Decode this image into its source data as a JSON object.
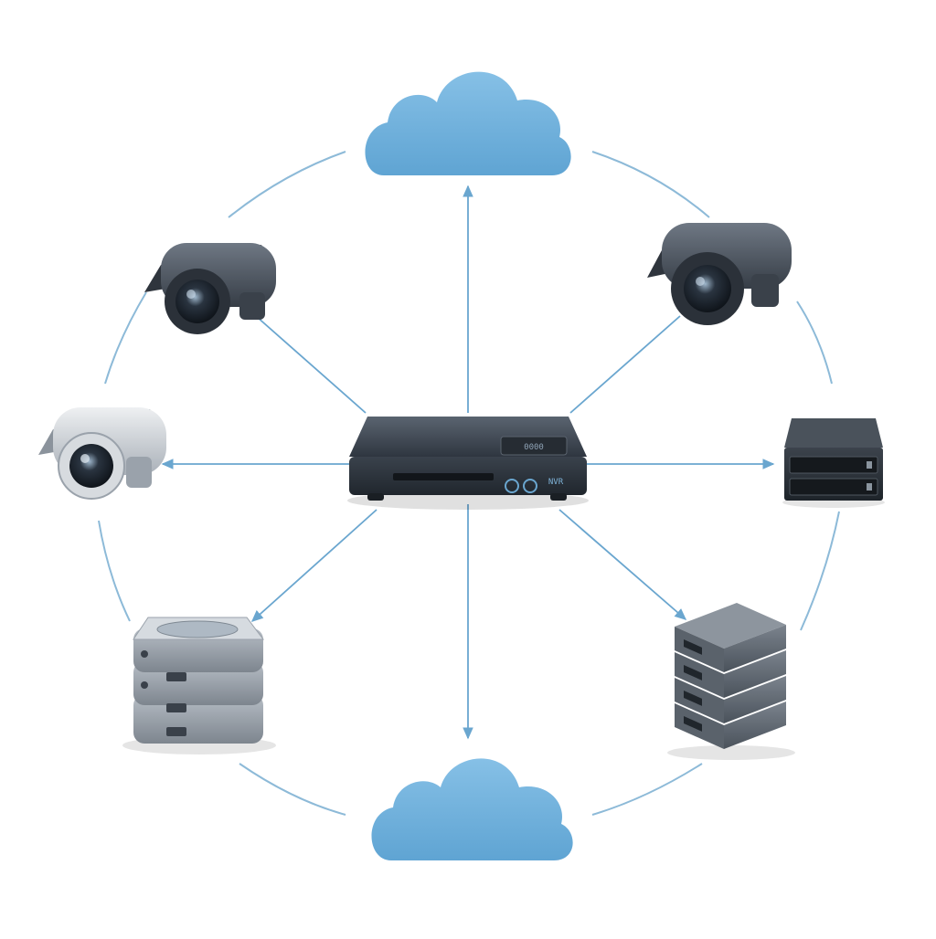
{
  "diagram": {
    "nodes": [
      {
        "id": "cloud-top",
        "kind": "cloud"
      },
      {
        "id": "cloud-bottom",
        "kind": "cloud"
      },
      {
        "id": "hub",
        "kind": "network-video-recorder",
        "panel_text": "0000",
        "brand_text": "NVR"
      },
      {
        "id": "camera-top-left",
        "kind": "dark-bullet-camera"
      },
      {
        "id": "camera-top-right",
        "kind": "dark-bullet-camera"
      },
      {
        "id": "camera-left",
        "kind": "silver-bullet-camera"
      },
      {
        "id": "storage-right",
        "kind": "two-bay-storage-unit"
      },
      {
        "id": "storage-bottom-left",
        "kind": "disk-stack"
      },
      {
        "id": "server-bottom-right",
        "kind": "rack-server-stack"
      }
    ],
    "connections": [
      {
        "from": "hub",
        "to": "cloud-top",
        "arrow": true
      },
      {
        "from": "hub",
        "to": "cloud-bottom",
        "arrow": true
      },
      {
        "from": "hub",
        "to": "camera-left",
        "arrow": true
      },
      {
        "from": "hub",
        "to": "storage-right",
        "arrow": true
      },
      {
        "from": "hub",
        "to": "storage-bottom-left",
        "arrow": true
      },
      {
        "from": "hub",
        "to": "server-bottom-right",
        "arrow": true
      },
      {
        "from": "hub",
        "to": "camera-top-left",
        "arrow": false
      },
      {
        "from": "hub",
        "to": "camera-top-right",
        "arrow": false
      }
    ],
    "ring": "dashed-circle-segments",
    "colors": {
      "line": "#6aa6cf",
      "cloud": "#6fb0dc",
      "device_dark": "#3d4550",
      "device_mid": "#5f6873",
      "device_light": "#c9ced4"
    }
  }
}
